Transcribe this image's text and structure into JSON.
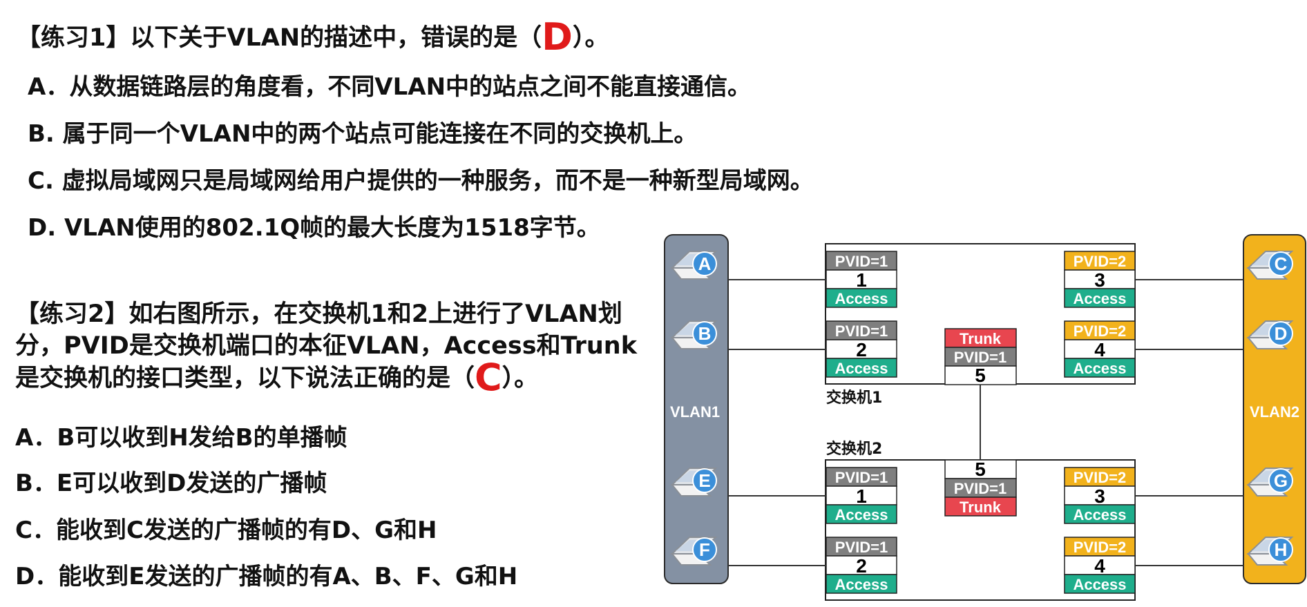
{
  "q1": {
    "stem_prefix": "【练习1】以下关于VLAN的描述中，错误的是（",
    "answer": "D",
    "stem_suffix": "）。",
    "options": [
      "A．从数据链路层的角度看，不同VLAN中的站点之间不能直接通信。",
      "B. 属于同一个VLAN中的两个站点可能连接在不同的交换机上。",
      "C. 虚拟局域网只是局域网给用户提供的一种服务，而不是一种新型局域网。",
      "D. VLAN使用的802.1Q帧的最大长度为1518字节。"
    ]
  },
  "q2": {
    "stem_prefix": "【练习2】如右图所示，在交换机1和2上进行了VLAN划分，PVID是交换机端口的本征VLAN，Access和Trunk是交换机的接口类型，以下说法正确的是（",
    "answer": "C",
    "stem_suffix": "）。",
    "options": [
      "A．B可以收到H发给B的单播帧",
      "B．E可以收到D发送的广播帧",
      "C．能收到C发送的广播帧的有D、G和H",
      "D．能收到E发送的广播帧的有A、B、F、G和H"
    ]
  },
  "diagram": {
    "vlan_left": "VLAN1",
    "vlan_right": "VLAN2",
    "switch1_label": "交换机1",
    "switch2_label": "交换机2",
    "pcs": [
      "A",
      "B",
      "E",
      "F",
      "C",
      "D",
      "G",
      "H"
    ],
    "sw1_ports": [
      {
        "pvid": "PVID=1",
        "num": "1",
        "type": "Access"
      },
      {
        "pvid": "PVID=1",
        "num": "2",
        "type": "Access"
      },
      {
        "pvid": "PVID=2",
        "num": "3",
        "type": "Access"
      },
      {
        "pvid": "PVID=2",
        "num": "4",
        "type": "Access"
      }
    ],
    "sw1_trunk": {
      "type": "Trunk",
      "pvid": "PVID=1",
      "num": "5"
    },
    "sw2_ports": [
      {
        "pvid": "PVID=1",
        "num": "1",
        "type": "Access"
      },
      {
        "pvid": "PVID=1",
        "num": "2",
        "type": "Access"
      },
      {
        "pvid": "PVID=2",
        "num": "3",
        "type": "Access"
      },
      {
        "pvid": "PVID=2",
        "num": "4",
        "type": "Access"
      }
    ],
    "sw2_trunk": {
      "num": "5",
      "pvid": "PVID=1",
      "type": "Trunk"
    },
    "colors": {
      "vlan1_bg": "#8491a3",
      "vlan2_bg": "#f2b21c",
      "pvid1": "#7f7f7f",
      "pvid2": "#f2b21c",
      "access": "#1fae8c",
      "trunk": "#e8464f",
      "answer": "#e01a1a"
    }
  }
}
